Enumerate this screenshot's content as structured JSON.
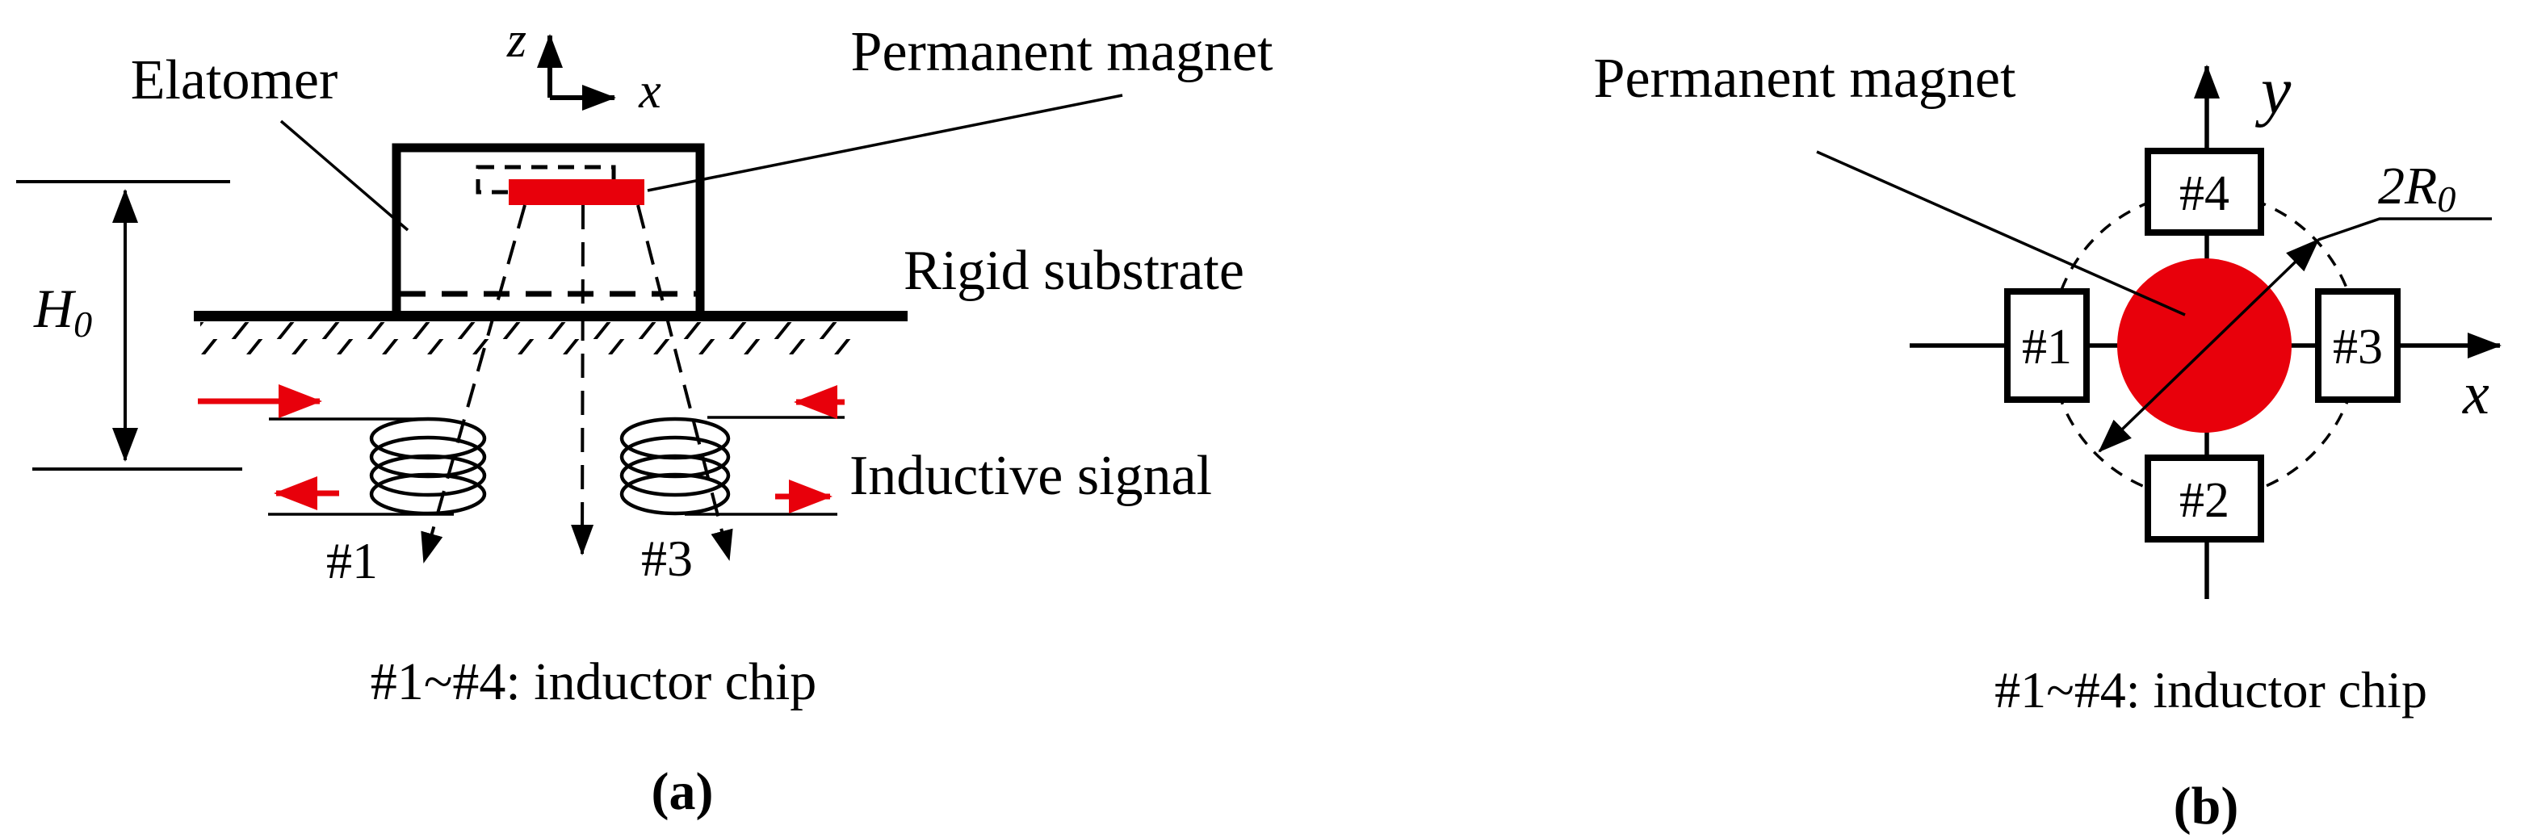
{
  "figure": {
    "description": "Schematic of a magnet-elastomer tactile sensor above four inductor chips",
    "colors": {
      "magnet_red": "#e8000b",
      "line_black": "#000000",
      "background": "#ffffff"
    },
    "panel_a": {
      "labels": {
        "elastomer": "Elatomer",
        "permanent_magnet": "Permanent magnet",
        "rigid_substrate": "Rigid substrate",
        "inductive_signal": "Inductive signal",
        "height_symbol_main": "H",
        "height_symbol_sub": "0",
        "axis_z": "z",
        "axis_x": "x",
        "chip1": "#1",
        "chip3": "#3",
        "caption_note": "#1~#4: inductor chip",
        "caption_tag": "(a)"
      }
    },
    "panel_b": {
      "labels": {
        "permanent_magnet": "Permanent magnet",
        "axis_y": "y",
        "axis_x": "x",
        "diameter_symbol_main": "2R",
        "diameter_symbol_sub": "0",
        "chip1": "#1",
        "chip2": "#2",
        "chip3": "#3",
        "chip4": "#4",
        "caption_note": "#1~#4: inductor chip",
        "caption_tag": "(b)"
      }
    }
  }
}
